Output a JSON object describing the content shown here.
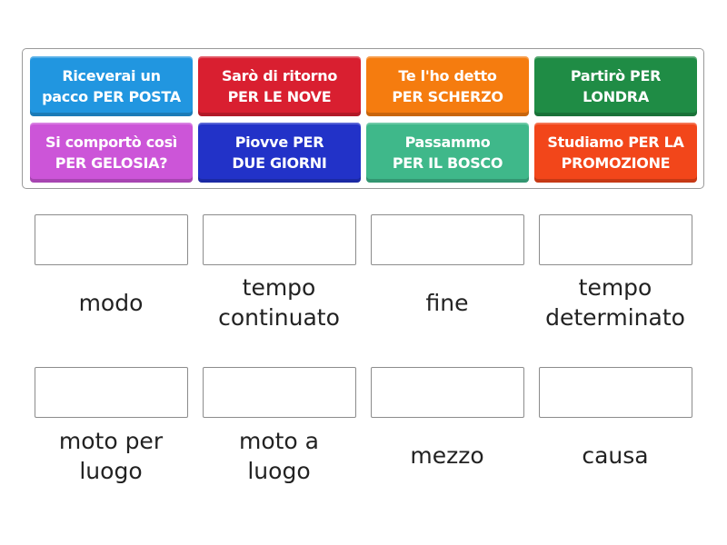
{
  "tiles": [
    {
      "text": "Riceverai un pacco PER POSTA",
      "line1": "Riceverai un",
      "line2": "pacco PER POSTA",
      "color": "#2196e0"
    },
    {
      "text": "Sarò di ritorno PER LE NOVE",
      "line1": "Sarò di ritorno",
      "line2": "PER LE NOVE",
      "color": "#d91f30"
    },
    {
      "text": "Te l'ho detto PER SCHERZO",
      "line1": "Te l'ho detto",
      "line2": "PER SCHERZO",
      "color": "#f57c0f"
    },
    {
      "text": "Partirò PER LONDRA",
      "line1": "Partirò PER",
      "line2": "LONDRA",
      "color": "#1f8c45"
    },
    {
      "text": "Si comportò così PER GELOSIA?",
      "line1": "Si comportò così",
      "line2": "PER GELOSIA?",
      "color": "#cc55d8"
    },
    {
      "text": "Piovve PER DUE GIORNI",
      "line1": "Piovve PER",
      "line2": "DUE GIORNI",
      "color": "#2232c8"
    },
    {
      "text": "Passammo PER IL BOSCO",
      "line1": "Passammo",
      "line2": "PER IL BOSCO",
      "color": "#3fb88a"
    },
    {
      "text": "Studiamo PER LA PROMOZIONE",
      "line1": "Studiamo PER LA",
      "line2": "PROMOZIONE",
      "color": "#f2461a"
    }
  ],
  "targets": [
    {
      "label_line1": "modo",
      "label_line2": ""
    },
    {
      "label_line1": "tempo",
      "label_line2": "continuato"
    },
    {
      "label_line1": "fine",
      "label_line2": ""
    },
    {
      "label_line1": "tempo",
      "label_line2": "determinato"
    },
    {
      "label_line1": "moto per",
      "label_line2": "luogo"
    },
    {
      "label_line1": "moto a",
      "label_line2": "luogo"
    },
    {
      "label_line1": "mezzo",
      "label_line2": ""
    },
    {
      "label_line1": "causa",
      "label_line2": ""
    }
  ]
}
